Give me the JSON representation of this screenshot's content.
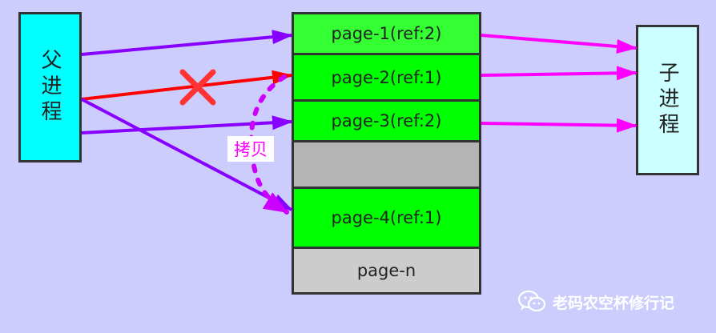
{
  "parent_process": {
    "label": "父进程"
  },
  "child_process": {
    "label": "子进程"
  },
  "pages": [
    {
      "label": "page-1(ref:2)"
    },
    {
      "label": "page-2(ref:1)"
    },
    {
      "label": "page-3(ref:2)"
    },
    {
      "label": ""
    },
    {
      "label": "page-4(ref:1)"
    },
    {
      "label": "page-n"
    }
  ],
  "copy_label": "拷贝",
  "watermark": {
    "text": "老码农空杯修行记",
    "icon": "wechat-icon"
  },
  "colors": {
    "parent_arrow": "#8800ff",
    "child_arrow": "#ff00ff",
    "broken_arrow": "#ff0000",
    "cross": "#ff3333",
    "copy_dots": "#cc00ff"
  }
}
